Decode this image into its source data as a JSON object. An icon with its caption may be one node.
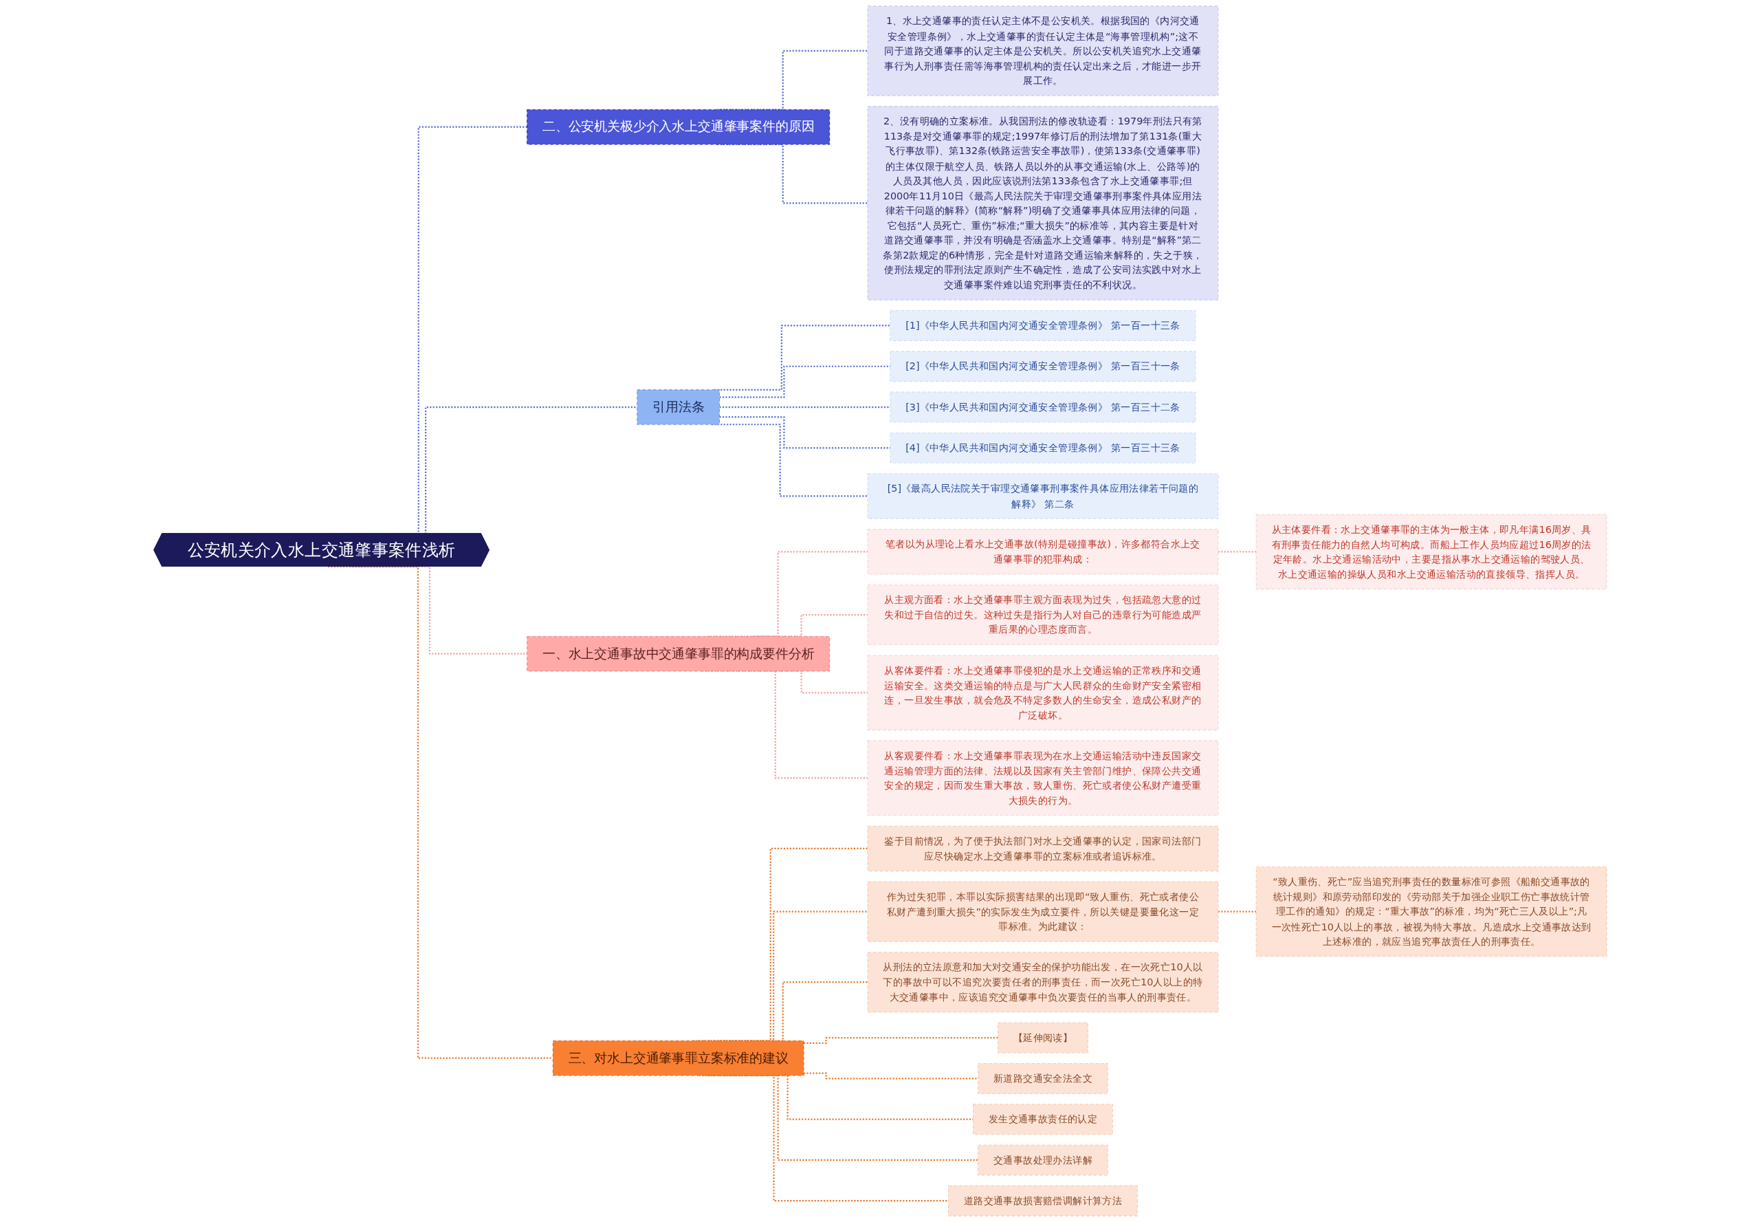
{
  "diagram": {
    "nodes": [
      {
        "text": [
          "公安机关介入水上交通肇事案件浅析"
        ]
      },
      {
        "text": [
          "二、公安机关极少介入水上交通肇事案件的原因"
        ]
      },
      {
        "text": [
          "1、水上交通肇事的责任认定主体不是公安机关。根据我国的《内河交通安全管理条例》，水上交通肇事的责任认定主体是“海事管理机构”;这不同于道路交通肇事的认定主体是公安机关。所以公安机关追究水上交通肇事行为人刑事责任需等海事管理机构的责任认定出来之后，才能进一步开展工作。"
        ]
      },
      {
        "text": [
          "2、没有明确的立案标准。从我国刑法的修改轨迹看：1979年刑法只有第113条是对交通肇事罪的规定;1997年修订后的刑法增加了第131条(重大飞行事故罪)、第132条(铁路运营安全事故罪)，使第133条(交通肇事罪)的主体仅限于航空人员、铁路人员以外的从事交通运输(水上、公路等)的人员及其他人员，因此应该说刑法第133条包含了水上交通肇事罪;但2000年11月10日《最高人民法院关于审理交通肇事刑事案件具体应用法律若干问题的解释》(简称“解释”)明确了交通肇事具体应用法律的问题，它包括“人员死亡、重伤”标准;“重大损失”的标准等，其内容主要是针对道路交通肇事罪，并没有明确是否涵盖水上交通肇事。特别是“解释”第二条第2款规定的6种情形，完全是针对道路交通运输来解释的，失之于狭，使刑法规定的罪刑法定原则产生不确定性，造成了公安司法实践中对水上交通肇事案件难以追究刑事责任的不利状况。"
        ]
      },
      {
        "text": [
          "引用法条"
        ]
      },
      {
        "text": [
          "[1]《中华人民共和国内河交通安全管理条例》 第一百一十三条"
        ]
      },
      {
        "text": [
          "[2]《中华人民共和国内河交通安全管理条例》 第一百三十一条"
        ]
      },
      {
        "text": [
          "[3]《中华人民共和国内河交通安全管理条例》 第一百三十二条"
        ]
      },
      {
        "text": [
          "[4]《中华人民共和国内河交通安全管理条例》 第一百三十三条"
        ]
      },
      {
        "text": [
          "[5]《最高人民法院关于审理交通肇事刑事案件具体应用法律若干问题的解释》 第二条"
        ]
      },
      {
        "text": [
          "一、水上交通事故中交通肇事罪的构成要件分析"
        ]
      },
      {
        "text": [
          "笔者以为从理论上看水上交通事故(特别是碰撞事故)，许多都符合水上交通肇事罪的犯罪构成："
        ]
      },
      {
        "text": [
          "从主体要件看：水上交通肇事罪的主体为一般主体，即凡年满16周岁、具有刑事责任能力的自然人均可构成。而船上工作人员均应超过16周岁的法定年龄。水上交通运输活动中，主要是指从事水上交通运输的驾驶人员、水上交通运输的操纵人员和水上交通运输活动的直接领导、指挥人员。"
        ]
      },
      {
        "text": [
          "从主观方面看：水上交通肇事罪主观方面表现为过失，包括疏忽大意的过失和过于自信的过失。这种过失是指行为人对自己的违章行为可能造成严重后果的心理态度而言。"
        ]
      },
      {
        "text": [
          "从客体要件看：水上交通肇事罪侵犯的是水上交通运输的正常秩序和交通运输安全。这类交通运输的特点是与广大人民群众的生命财产安全紧密相连，一旦发生事故，就会危及不特定多数人的生命安全，造成公私财产的广泛破坏。"
        ]
      },
      {
        "text": [
          "从客观要件看：水上交通肇事罪表现为在水上交通运输活动中违反国家交通运输管理方面的法律、法规以及国家有关主管部门维护、保障公共交通安全的规定，因而发生重大事故，致人重伤、死亡或者使公私财产遭受重大损失的行为。"
        ]
      },
      {
        "text": [
          "三、对水上交通肇事罪立案标准的建议"
        ]
      },
      {
        "text": [
          "鉴于目前情况，为了便于执法部门对水上交通肇事的认定，国家司法部门应尽快确定水上交通肇事罪的立案标准或者追诉标准。"
        ]
      },
      {
        "text": [
          "作为过失犯罪，本罪以实际损害结果的出现即“致人重伤、死亡或者使公私财产遭到重大损失”的实际发生为成立要件，所以关键是要量化这一定罪标准。为此建议："
        ]
      },
      {
        "text": [
          "“致人重伤、死亡”应当追究刑事责任的数量标准可参照《船舶交通事故的统计规则》和原劳动部印发的《劳动部关于加强企业职工伤亡事故统计管理工作的通知》的规定：“重大事故”的标准，均为“死亡三人及以上”;凡一次性死亡10人以上的事故，被视为特大事故。凡造成水上交通事故达到上述标准的，就应当追究事故责任人的刑事责任。"
        ]
      },
      {
        "text": [
          "从刑法的立法原意和加大对交通安全的保护功能出发，在一次死亡10人以下的事故中可以不追究次要责任者的刑事责任，而一次死亡10人以上的特大交通肇事中，应该追究交通肇事中负次要责任的当事人的刑事责任。"
        ]
      },
      {
        "text": [
          "【延伸阅读】"
        ]
      },
      {
        "text": [
          "新道路交通安全法全文"
        ]
      },
      {
        "text": [
          "发生交通事故责任的认定"
        ]
      },
      {
        "text": [
          "交通事故处理办法详解"
        ]
      },
      {
        "text": [
          "道路交通事故损害赔偿调解计算方法"
        ]
      }
    ],
    "edges": [
      {
        "from": 0,
        "to": 1,
        "arrow": "none",
        "style": "dashed",
        "color": "#5a6fd6"
      },
      {
        "from": 1,
        "to": 2,
        "arrow": "none",
        "style": "dashed",
        "color": "#5a6fd6"
      },
      {
        "from": 1,
        "to": 3,
        "arrow": "none",
        "style": "dashed",
        "color": "#5a6fd6"
      },
      {
        "from": 0,
        "to": 4,
        "arrow": "none",
        "style": "dashed",
        "color": "#5a6fd6"
      },
      {
        "from": 4,
        "to": 5,
        "arrow": "none",
        "style": "dashed",
        "color": "#5a6fd6"
      },
      {
        "from": 4,
        "to": 6,
        "arrow": "none",
        "style": "dashed",
        "color": "#5a6fd6"
      },
      {
        "from": 4,
        "to": 7,
        "arrow": "none",
        "style": "dashed",
        "color": "#5a6fd6"
      },
      {
        "from": 4,
        "to": 8,
        "arrow": "none",
        "style": "dashed",
        "color": "#5a6fd6"
      },
      {
        "from": 4,
        "to": 9,
        "arrow": "none",
        "style": "dashed",
        "color": "#5a6fd6"
      },
      {
        "from": 0,
        "to": 10,
        "arrow": "none",
        "style": "dashed",
        "color": "#f0a0a0"
      },
      {
        "from": 10,
        "to": 11,
        "arrow": "none",
        "style": "dashed",
        "color": "#f0a0a0"
      },
      {
        "from": 11,
        "to": 12,
        "arrow": "none",
        "style": "dashed",
        "color": "#f0a0a0"
      },
      {
        "from": 10,
        "to": 13,
        "arrow": "none",
        "style": "dashed",
        "color": "#f0a0a0"
      },
      {
        "from": 10,
        "to": 14,
        "arrow": "none",
        "style": "dashed",
        "color": "#f0a0a0"
      },
      {
        "from": 10,
        "to": 15,
        "arrow": "none",
        "style": "dashed",
        "color": "#f0a0a0"
      },
      {
        "from": 0,
        "to": 16,
        "arrow": "none",
        "style": "dashed"
      },
      {
        "from": 16,
        "to": 17,
        "arrow": "none",
        "style": "dashed"
      },
      {
        "from": 16,
        "to": 18,
        "arrow": "none",
        "style": "dashed"
      },
      {
        "from": 18,
        "to": 19,
        "arrow": "none",
        "style": "dashed"
      },
      {
        "from": 16,
        "to": 20,
        "arrow": "none",
        "style": "dashed"
      },
      {
        "from": 16,
        "to": 21,
        "arrow": "none",
        "style": "dashed"
      },
      {
        "from": 16,
        "to": 22,
        "arrow": "none",
        "style": "dashed"
      },
      {
        "from": 16,
        "to": 23,
        "arrow": "none",
        "style": "dashed"
      },
      {
        "from": 16,
        "to": 24,
        "arrow": "none",
        "style": "dashed"
      },
      {
        "from": 16,
        "to": 25,
        "arrow": "none",
        "style": "dashed"
      }
    ]
  }
}
